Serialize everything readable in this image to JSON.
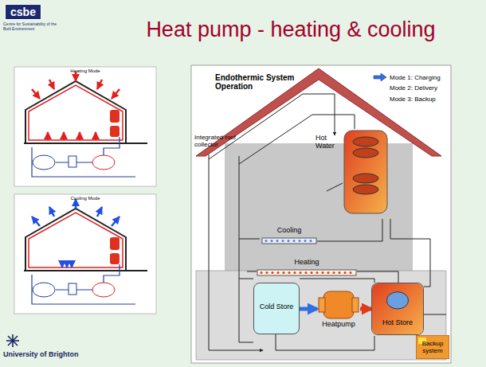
{
  "diagram": {
    "title": "Heat pump - heating & cooling",
    "nodes": [
      {
        "text": [
          "csbe"
        ]
      },
      {
        "text": [
          "Hot Water"
        ]
      },
      {
        "text": [
          "Cooling"
        ]
      },
      {
        "text": [
          "Heating"
        ]
      },
      {
        "text": [
          "Cold Store"
        ]
      },
      {
        "text": [
          "Heatpump"
        ]
      },
      {
        "text": [
          "Hot Store"
        ]
      },
      {
        "text": [
          "Backup system"
        ]
      }
    ],
    "edges": [
      {
        "from": 4,
        "to": 5,
        "arrow": "to"
      },
      {
        "from": 5,
        "to": 6,
        "arrow": "to"
      }
    ],
    "labels": [
      "Centre for Sustainability of the Built Environment",
      "Heating Mode",
      "Cooling Mode",
      "Endothermic System Operation",
      "Integrated roof collector",
      "University of Brighton"
    ],
    "legend": [
      {
        "text": "Mode 1: Charging"
      },
      {
        "text": "Mode 2: Delivery"
      },
      {
        "text": "Mode 3: Backup"
      }
    ]
  }
}
